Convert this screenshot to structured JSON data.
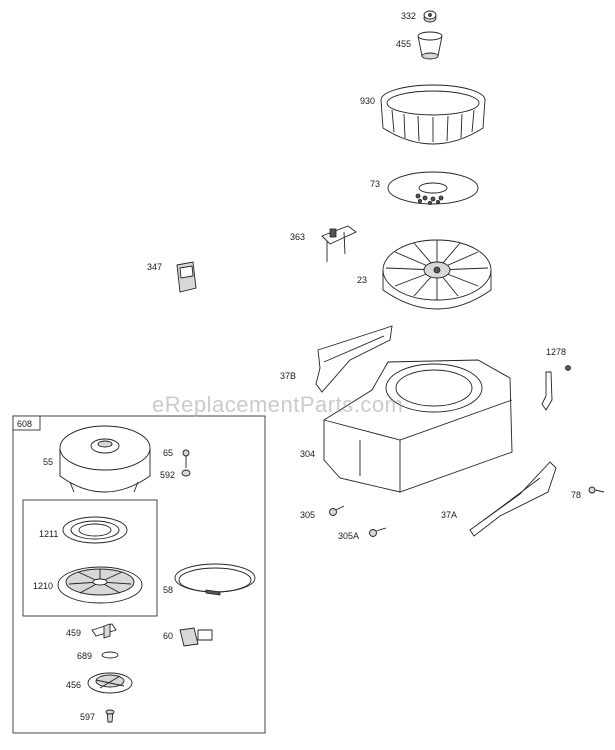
{
  "watermark": "eReplacementParts.com",
  "kit_label": "608",
  "callouts": {
    "p332": "332",
    "p455": "455",
    "p930": "930",
    "p73": "73",
    "p363": "363",
    "p23": "23",
    "p347": "347",
    "p1278": "1278",
    "p37B": "37B",
    "p304": "304",
    "p78": "78",
    "p305": "305",
    "p305A": "305A",
    "p37A": "37A",
    "p55": "55",
    "p65": "65",
    "p592": "592",
    "p1211": "1211",
    "p1210": "1210",
    "p58": "58",
    "p459": "459",
    "p60": "60",
    "p689": "689",
    "p456": "456",
    "p597": "597"
  }
}
